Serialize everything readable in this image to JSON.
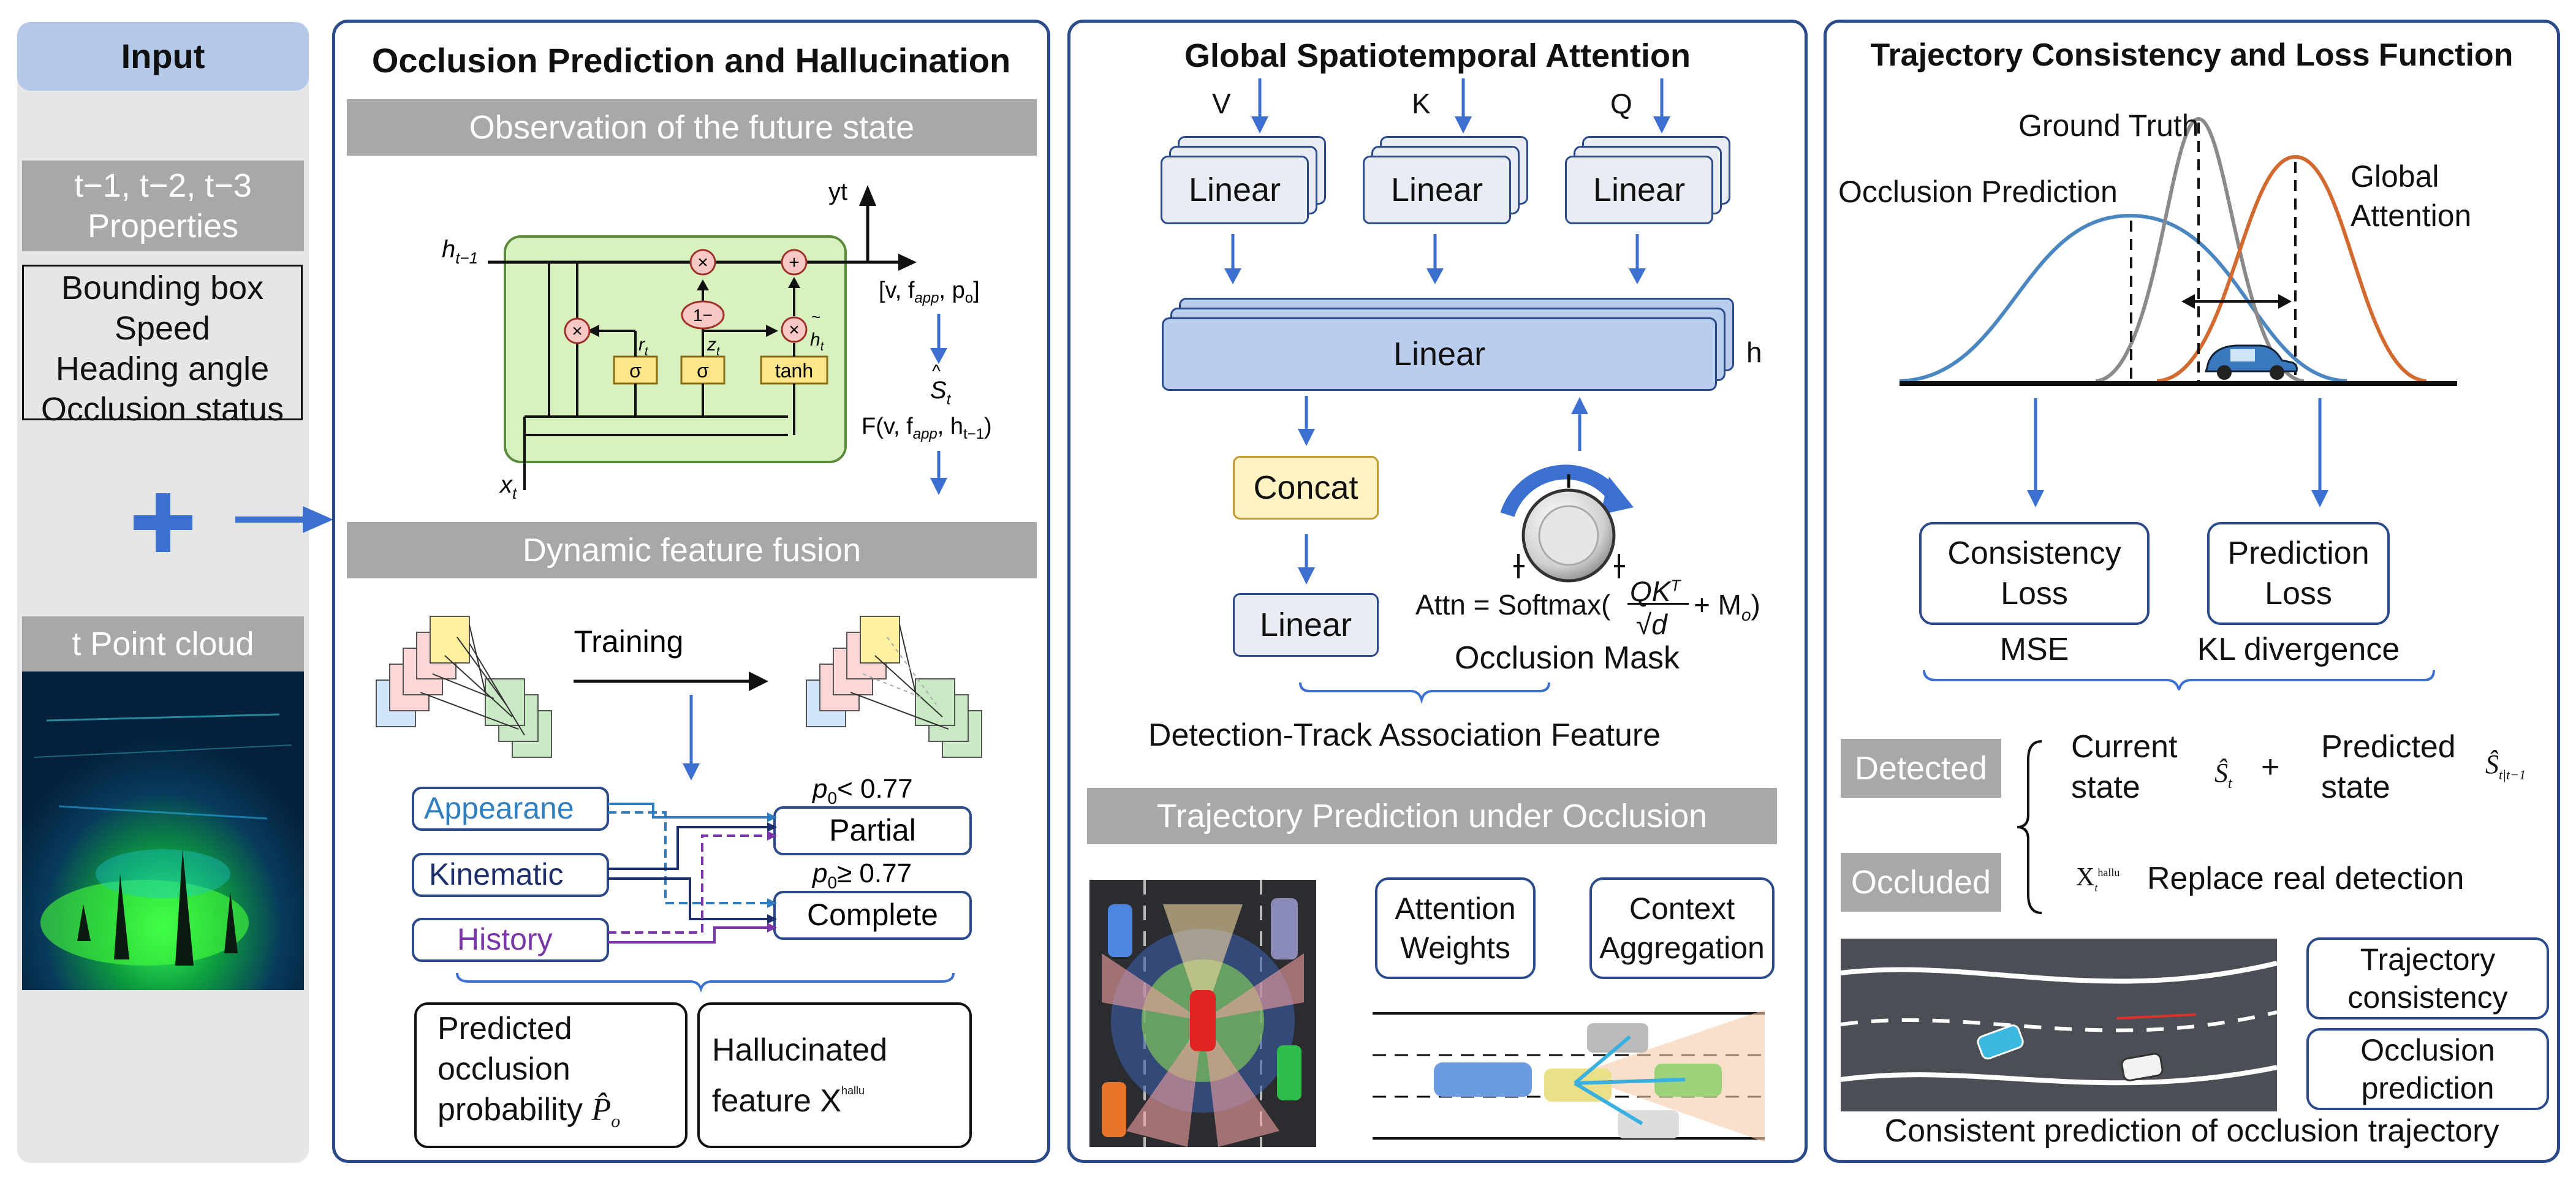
{
  "input": {
    "title": "Input",
    "frames": "t−1, t−2, t−3",
    "properties": "Properties",
    "props": [
      "Bounding box",
      "Speed",
      "Heading angle",
      "Occlusion status"
    ],
    "point_cloud": "t Point cloud"
  },
  "occlusion": {
    "title": "Occlusion Prediction and Hallucination",
    "bar1": "Observation of the future state",
    "bar2": "Dynamic feature fusion",
    "gru": {
      "h_prev": "h",
      "h_prev_sub": "t−1",
      "xt": "x",
      "yt": "yt",
      "sigma": "σ",
      "tanh": "tanh",
      "one_minus": "1−",
      "mul": "×",
      "add": "+",
      "rt": "r",
      "zt": "z",
      "ht": "h"
    },
    "vf": "[v, f",
    "vf_app": "app",
    "vf_po": ", p",
    "vf_o": "o",
    "vf_end": "]",
    "st": "S",
    "fv": "F(v, f",
    "fv_app": "app",
    "fv_h": ", h",
    "fv_sub": "t−1",
    "fv_end": ")",
    "training": "Training",
    "features": [
      "Appearane",
      "Kinematic",
      "History"
    ],
    "feature_colors": [
      "#2f7fc0",
      "#1d2f6a",
      "#7a35a8"
    ],
    "p_lt": "< 0.77",
    "p_ge": "≥ 0.77",
    "partial": "Partial",
    "complete": "Complete",
    "pred_prob": [
      "Predicted",
      "occlusion",
      "probability"
    ],
    "hallu": [
      "Hallucinated",
      "feature X"
    ],
    "hallu_sup": "hallu"
  },
  "attention": {
    "title": "Global Spatiotemporal Attention",
    "v": "V",
    "k": "K",
    "q": "Q",
    "linear": "Linear",
    "h": "h",
    "concat": "Concat",
    "attn": "Attn = Softmax(",
    "attn_end": "+ M",
    "attn_o": "o",
    "attn_close": ")",
    "qk": "QK",
    "qk_t": "T",
    "sqrtd": "√d",
    "mask": "Occlusion Mask",
    "assoc": "Detection-Track Association Feature",
    "bar3": "Trajectory Prediction under Occlusion",
    "weights": [
      "Attention",
      "Weights"
    ],
    "context": [
      "Context",
      "Aggregation"
    ]
  },
  "trajectory": {
    "title": "Trajectory Consistency and Loss Function",
    "gt": "Ground Truth",
    "op": "Occlusion Prediction",
    "ga": [
      "Global",
      "Attention"
    ],
    "consistency": [
      "Consistency",
      "Loss"
    ],
    "prediction": [
      "Prediction",
      "Loss"
    ],
    "mse": "MSE",
    "kl": "KL divergence",
    "detected": "Detected",
    "occluded": "Occluded",
    "current": [
      "Current",
      "state"
    ],
    "predicted": [
      "Predicted",
      "state"
    ],
    "plus": "+",
    "replace": "Replace real detection",
    "xhallu": "X",
    "xhallu_sup": "hallu",
    "traj_consistency": [
      "Trajectory",
      "consistency"
    ],
    "occ_prediction": [
      "Occlusion",
      "prediction"
    ],
    "bottom": "Consistent prediction of occlusion trajectory",
    "curve_colors": [
      "#4a86c0",
      "#8a8a8a",
      "#d2692e"
    ]
  }
}
